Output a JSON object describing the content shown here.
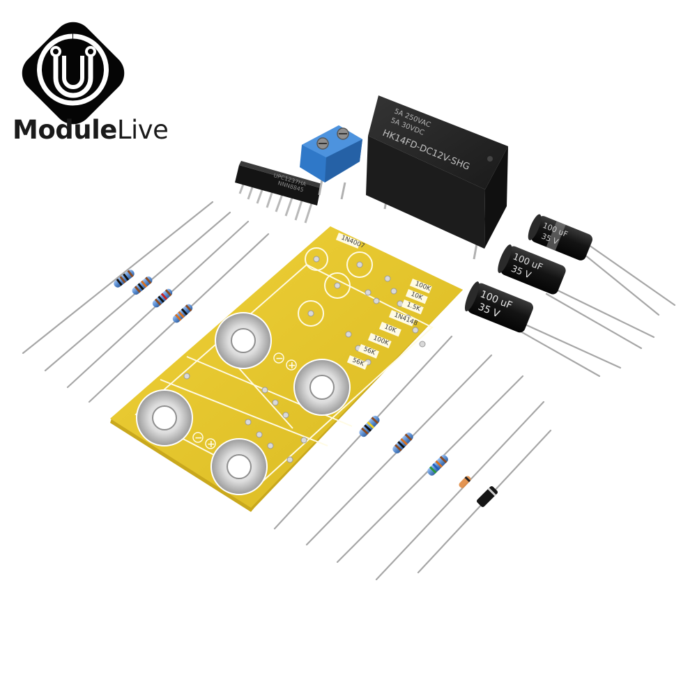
{
  "brand": {
    "name_bold": "Module",
    "name_light": "Live"
  },
  "relay": {
    "line1": "5A 250VAC",
    "line2": "5A  30VDC",
    "model": "HK14FD-DC12V-SHG"
  },
  "ic_chip": {
    "line1": "UPC1237HA",
    "line2": "NNN8845"
  },
  "capacitors": [
    {
      "value": "100 uF",
      "voltage": "35 V"
    },
    {
      "value": "100 uF",
      "voltage": "35 V"
    },
    {
      "value": "100 uF",
      "voltage": "35 V"
    }
  ],
  "pcb": {
    "labels": [
      "1N4007",
      "100K",
      "10K",
      "1.5K",
      "1N4148",
      "10K",
      "100K",
      "56K",
      "56K"
    ],
    "minus": "−",
    "plus": "+"
  },
  "colors": {
    "pcb": "#e6c428",
    "relay": "#232323",
    "terminal": "#2f78c8",
    "resistor": "#5b8fd3",
    "capacitor": "#1d1d1d",
    "lead": "#a6a6a6"
  }
}
